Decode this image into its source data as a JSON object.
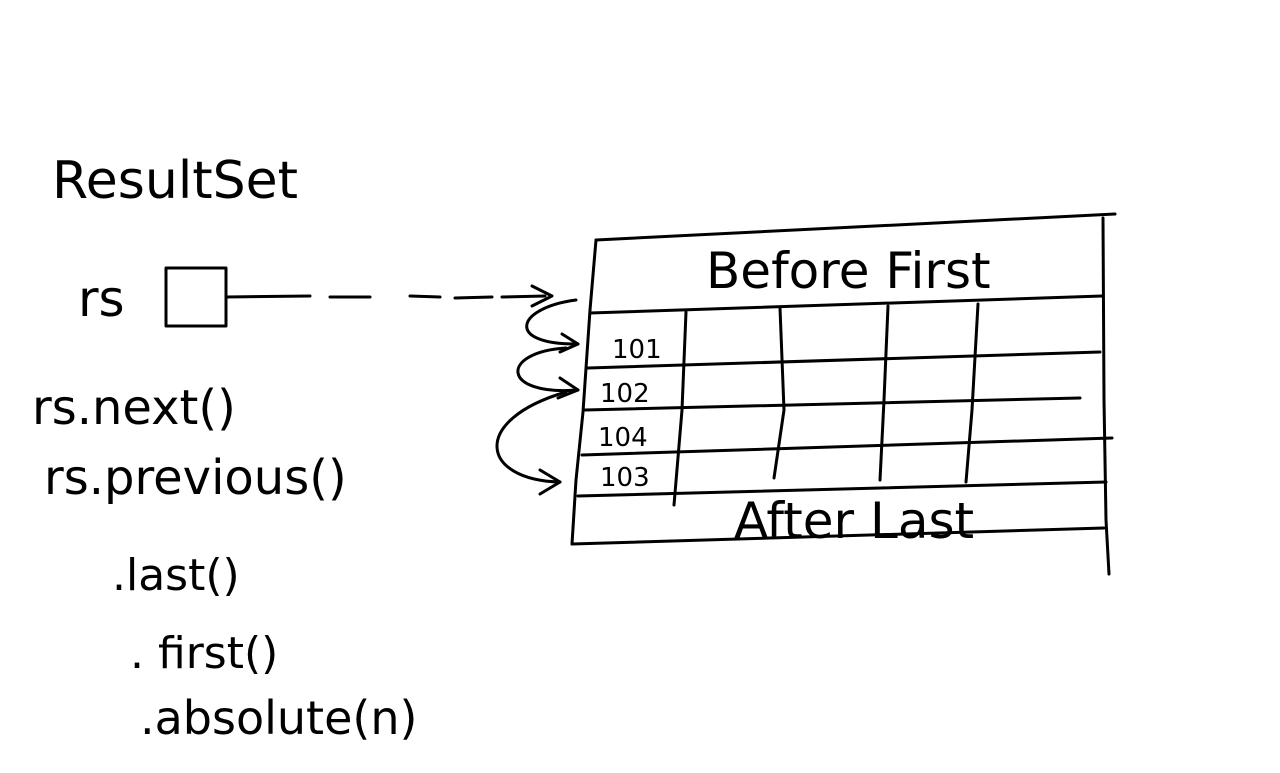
{
  "title": "ResultSet",
  "variable": "rs",
  "methods": [
    "rs.next()",
    "rs.previous()",
    ".last()",
    ". first()",
    ".absolute(n)"
  ],
  "table": {
    "before_first": "Before First",
    "after_last": "After Last",
    "rows": [
      "101",
      "102",
      "104",
      "103"
    ]
  },
  "colors": {
    "ink": "#000000",
    "background": "#ffffff"
  }
}
